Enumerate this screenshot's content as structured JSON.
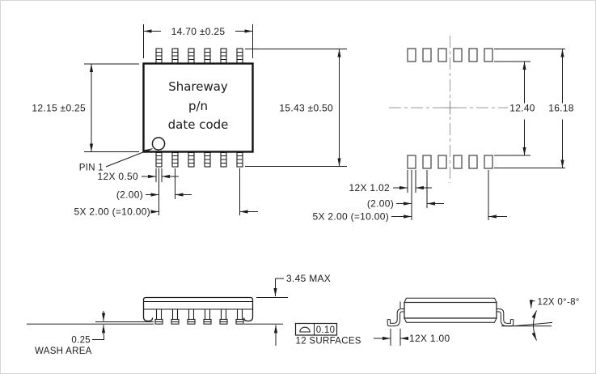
{
  "colors": {
    "line": "#1c1c1c",
    "pad_outline": "#4f4f4f",
    "centerline": "#9a9a9a",
    "background": "#ffffff",
    "frame_border": "#d7d7d7"
  },
  "top_view": {
    "body_width": "14.70 ±0.25",
    "body_height": "12.15 ±0.25",
    "lead_span": "15.43 ±0.50",
    "marking": {
      "line1": "Shareway",
      "line2": "p/n",
      "line3": "date code"
    },
    "pin1": "PIN 1",
    "lead_width": "12X 0.50",
    "pitch": "(2.00)",
    "pitch_total": "5X 2.00 (=10.00)"
  },
  "land_pattern": {
    "pad_inner_span": "12.40",
    "pad_outer_span": "16.18",
    "pad_width": "12X 1.02",
    "pitch": "(2.00)",
    "pitch_total": "5X 2.00 (=10.00)"
  },
  "side_view": {
    "max_height": "3.45 MAX",
    "standoff": "0.25",
    "wash_area": "WASH AREA",
    "flatness": "0.10",
    "surfaces": "12 SURFACES"
  },
  "end_view": {
    "foot_length": "12X 1.00",
    "lead_angle": "12X 0°-8°"
  }
}
